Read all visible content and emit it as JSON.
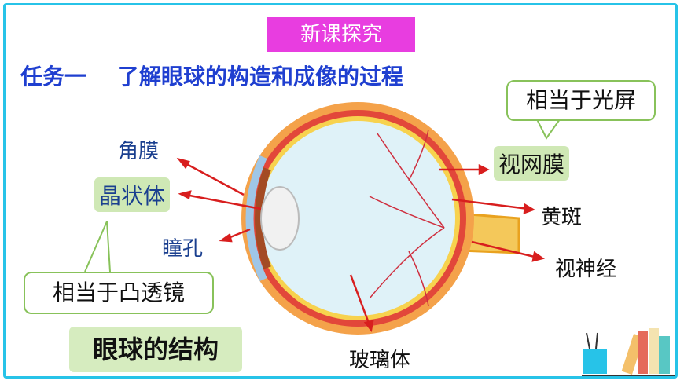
{
  "tag": "新课探究",
  "task_title": "任务一    了解眼球的构造和成像的过程",
  "labels": {
    "cornea": "角膜",
    "lens": "晶状体",
    "pupil": "瞳孔",
    "retina": "视网膜",
    "macula": "黄斑",
    "optic_nerve": "视神经",
    "vitreous": "玻璃体"
  },
  "callouts": {
    "screen": "相当于光屏",
    "convex_lens": "相当于凸透镜"
  },
  "structure_caption": "眼球的结构",
  "colors": {
    "frame": "#27c3e8",
    "tag": "#e83de0",
    "title": "#1f3fd0",
    "arrow": "#d81e1e"
  }
}
